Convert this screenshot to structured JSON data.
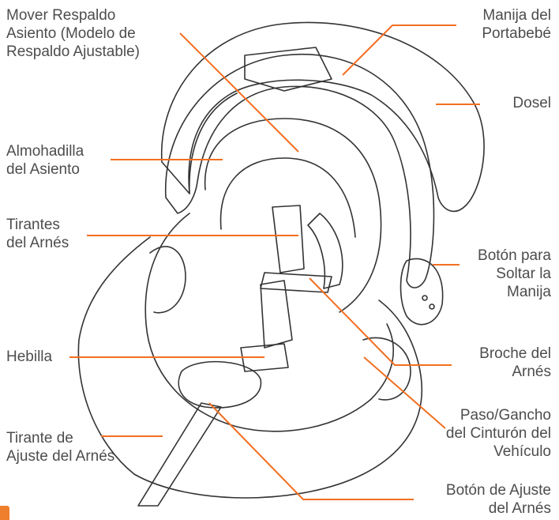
{
  "colors": {
    "leader": "#f26f21",
    "outline": "#333333",
    "text": "#4d4d4d",
    "accent": "#ef7f2c"
  },
  "labels": {
    "seat_back_adjust": "Mover Respaldo\nAsiento (Modelo de\nRespaldo Ajustable)",
    "carry_handle": "Manija del\nPortabebé",
    "canopy": "Dosel",
    "seat_pad": "Almohadilla\ndel Asiento",
    "harness_straps": "Tirantes\ndel Arnés",
    "handle_release": "Botón para\nSoltar la\nManija",
    "buckle": "Hebilla",
    "chest_clip": "Broche del\nArnés",
    "belt_guide": "Paso/Gancho\ndel Cinturón del\nVehículo",
    "adjust_strap": "Tirante de\nAjuste del Arnés",
    "adjust_button": "Botón de Ajuste\ndel Arnés"
  }
}
